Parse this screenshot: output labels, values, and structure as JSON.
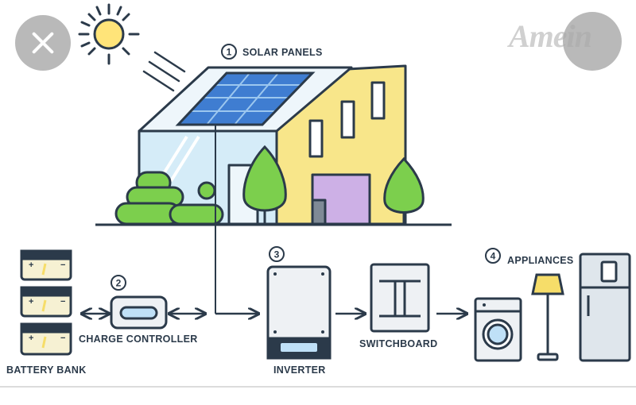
{
  "components": {
    "solar_panels": {
      "number": "1",
      "label": "SOLAR PANELS"
    },
    "charge_controller": {
      "number": "2",
      "label": "CHARGE CONTROLLER"
    },
    "inverter": {
      "number": "3",
      "label": "INVERTER"
    },
    "appliances": {
      "number": "4",
      "label": "APPLIANCES"
    },
    "battery_bank": {
      "label": "BATTERY BANK"
    },
    "switchboard": {
      "label": "SWITCHBOARD"
    }
  },
  "battery_terminals": {
    "plus": "+",
    "minus": "−"
  },
  "watermark": {
    "text": "Amein"
  },
  "icons": {
    "close": "close-icon",
    "menu": "menu-button",
    "sun": "sun-icon"
  },
  "colors": {
    "outline": "#2b3a4a",
    "house_yellow": "#f8e68a",
    "glass_blue": "#d5ecf8",
    "door_purple": "#cdb0e6",
    "tree_green": "#7ccf4d",
    "panel_blue": "#3f7dd1",
    "sun_yellow": "#ffe479",
    "appliance_gray": "#dfe6ec",
    "lamp_yellow": "#f6dd69"
  }
}
